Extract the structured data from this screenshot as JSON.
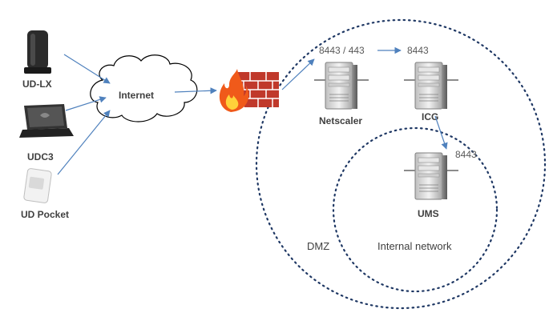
{
  "clients": [
    {
      "label": "UD-LX",
      "icon": "thin-client-icon"
    },
    {
      "label": "UDC3",
      "icon": "laptop-icon"
    },
    {
      "label": "UD Pocket",
      "icon": "usb-stick-icon"
    }
  ],
  "internet": {
    "label": "Internet",
    "icon": "cloud-icon"
  },
  "firewall": {
    "icon": "firewall-icon"
  },
  "servers": {
    "netscaler": {
      "label": "Netscaler",
      "icon": "server-icon"
    },
    "icg": {
      "label": "ICG",
      "icon": "server-icon"
    },
    "ums": {
      "label": "UMS",
      "icon": "server-icon"
    }
  },
  "ports": {
    "netscaler_in": "8443 / 443",
    "icg_in": "8443",
    "ums_in": "8443"
  },
  "zones": {
    "dmz": "DMZ",
    "internal": "Internal network"
  },
  "colors": {
    "arrow": "#4f81bd",
    "zone_border": "#1f3864",
    "firewall_brick": "#d9402b",
    "flame_outer": "#f05a1a",
    "flame_inner": "#ffd23a",
    "server_body": "#d9d9d9"
  }
}
